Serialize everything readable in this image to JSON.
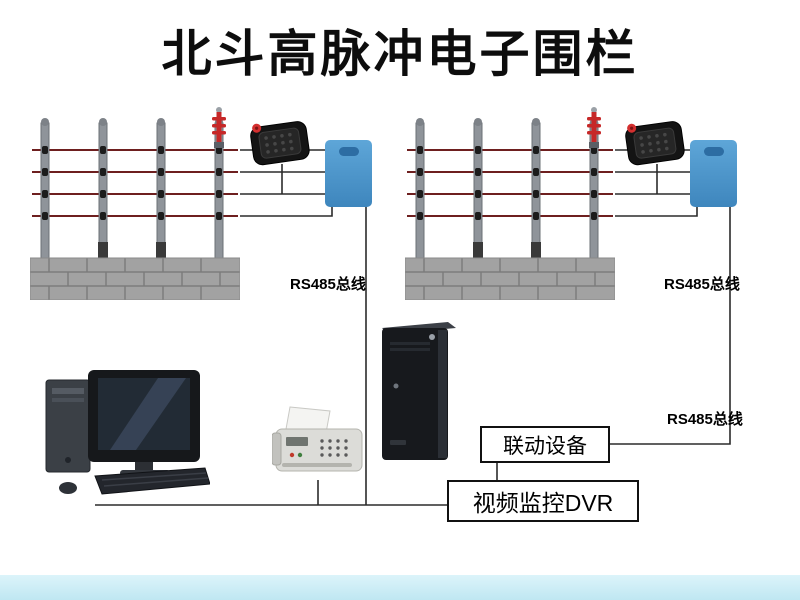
{
  "title": "北斗高脉冲电子围栏",
  "labels": {
    "bus_left": "RS485总线",
    "bus_right": "RS485总线",
    "bus_main": "RS485总线",
    "linkage": "联动设备",
    "dvr": "视频监控DVR"
  },
  "icons": {
    "fence_left": "electric-fence",
    "fence_right": "electric-fence",
    "arrester_left": "lightning-arrester",
    "arrester_right": "lightning-arrester",
    "controller_left": "pulse-host-keypad",
    "controller_right": "pulse-host-keypad",
    "power_box_left": "controller-box",
    "power_box_right": "controller-box",
    "workstation": "desktop-computer",
    "fax": "fax-machine",
    "server": "tower-server"
  },
  "colors": {
    "controller_box_blue": "#4d9ad0",
    "footer_cyan": "#c3e9f3",
    "fence_wire_red": "#6e1f1f",
    "arrester_red": "#c62828",
    "connector_line": "#2b2b2b",
    "brick_gray": "#a2a2a2",
    "title_black": "#0d0d0d"
  }
}
